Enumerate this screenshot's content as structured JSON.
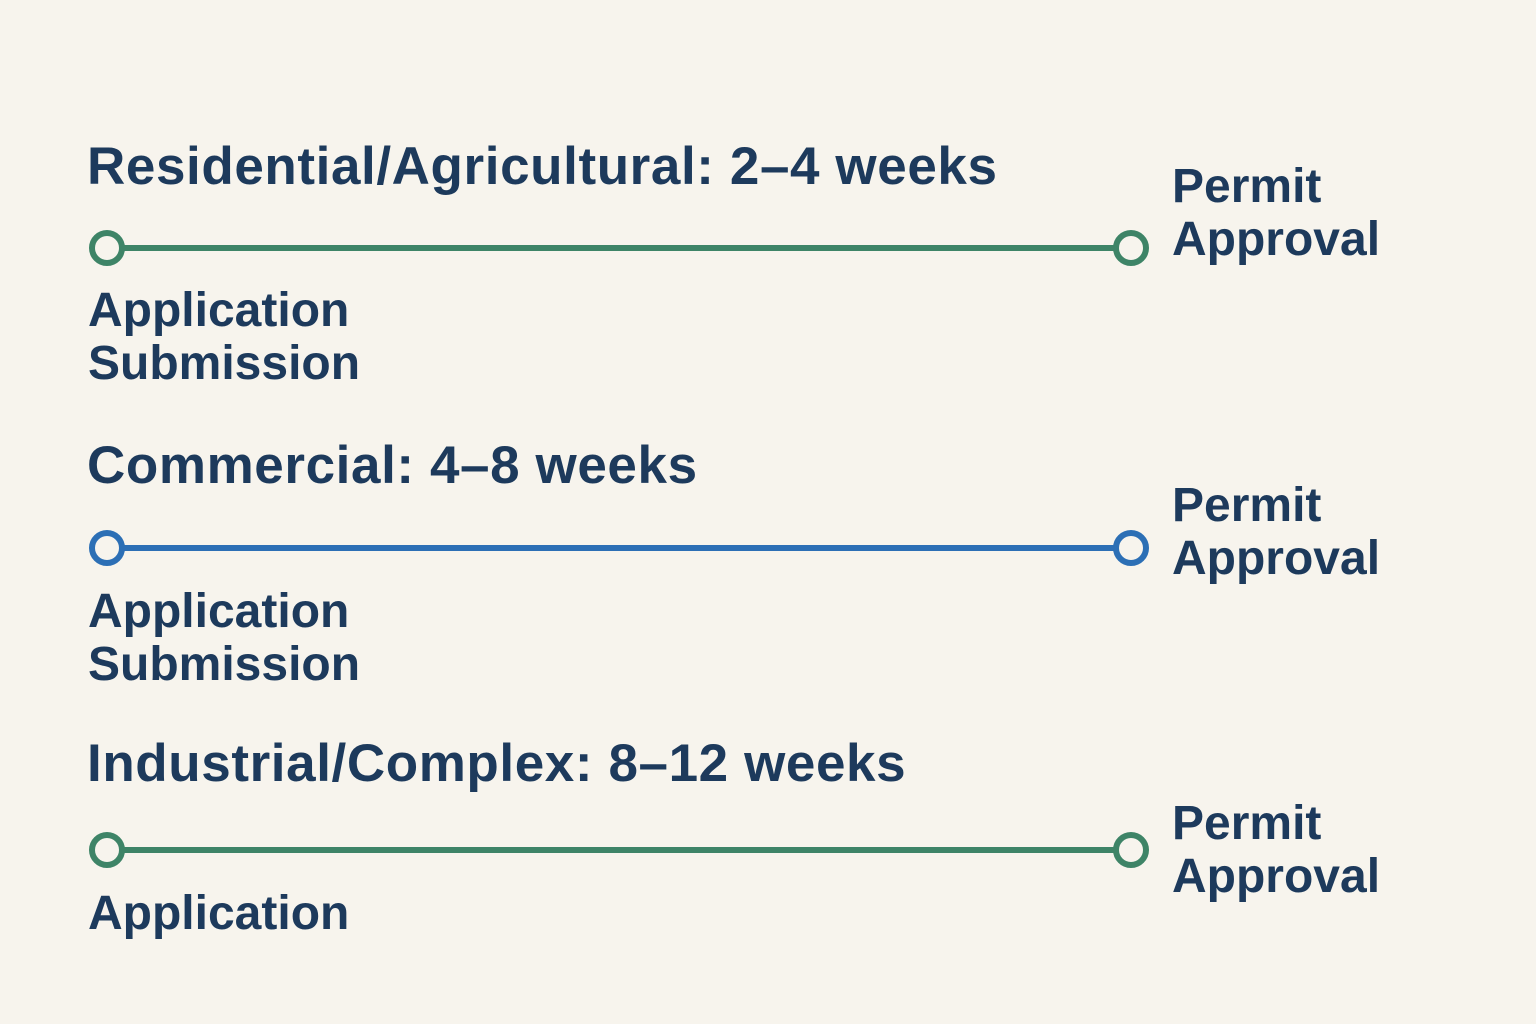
{
  "colors": {
    "green": "#3e8467",
    "blue": "#2c6fb5",
    "text": "#1d3a5c",
    "background": "#f7f4ed"
  },
  "sections": [
    {
      "title": "Residential/Agricultural: 2–4 weeks",
      "start_label": "Application\nSubmission",
      "end_label": "Permit\nApproval",
      "accent": "green"
    },
    {
      "title": "Commercial: 4–8 weeks",
      "start_label": "Application\nSubmission",
      "end_label": "Permit\nApproval",
      "accent": "blue"
    },
    {
      "title": "Industrial/Complex: 8–12 weeks",
      "start_label": "Application",
      "end_label": "Permit\nApproval",
      "accent": "green"
    }
  ]
}
